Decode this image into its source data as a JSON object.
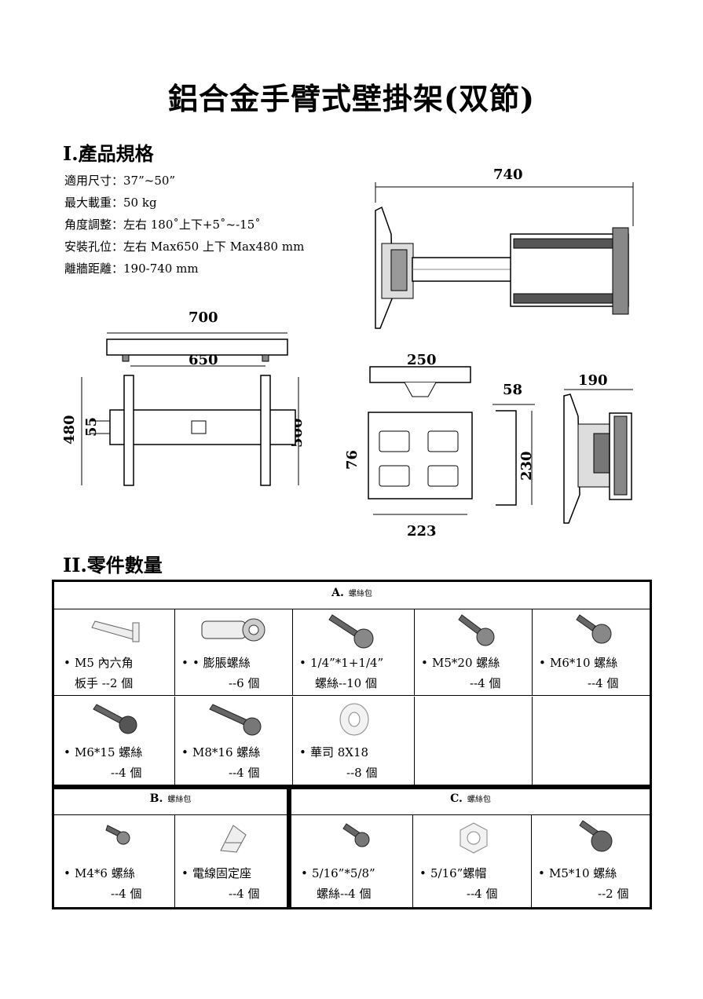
{
  "title": "鋁合金手臂式壁掛架(双節)",
  "section1": "I.產品規格",
  "specs": [
    "適用尺寸：37”~50”",
    "最大載重：50 kg",
    "角度調整：左右 180˚上下+5˚~-15˚",
    "安裝孔位：左右 Max650 上下 Max480 mm",
    "離牆距離：190-740 mm"
  ],
  "dims": {
    "d740": "740",
    "d700": "700",
    "d650": "650",
    "d55": "55",
    "d480": "480",
    "d500": "500",
    "d250": "250",
    "d76": "76",
    "d223": "223",
    "d58": "58",
    "d230": "230",
    "d190": "190"
  },
  "section2": "II.零件數量",
  "groupA": {
    "letter": "A.",
    "name": "螺絲包"
  },
  "groupB": {
    "letter": "B.",
    "name": "螺絲包"
  },
  "groupC": {
    "letter": "C.",
    "name": "螺絲包"
  },
  "partsA": [
    {
      "line1": "M5 內六角",
      "line2": "板手 --2 個",
      "icon": "hex-key-icon"
    },
    {
      "line1": "• 膨脹螺絲",
      "line2": "--6 個",
      "icon": "anchor-bolt-icon"
    },
    {
      "line1": "1/4”*1+1/4”",
      "line2": "螺絲--10 個",
      "icon": "screw-icon"
    },
    {
      "line1": "M5*20 螺絲",
      "line2": "--4 個",
      "icon": "screw-icon"
    },
    {
      "line1": "M6*10 螺絲",
      "line2": "--4 個",
      "icon": "screw-icon"
    },
    {
      "line1": "M6*15 螺絲",
      "line2": "--4 個",
      "icon": "screw-icon"
    },
    {
      "line1": "M8*16 螺絲",
      "line2": "--4 個",
      "icon": "screw-icon"
    },
    {
      "line1": "華司 8X18",
      "line2": "--8 個",
      "icon": "washer-icon"
    }
  ],
  "partsB": [
    {
      "line1": "M4*6 螺絲",
      "line2": "--4 個",
      "icon": "screw-icon"
    },
    {
      "line1": "電線固定座",
      "line2": "--4 個",
      "icon": "cable-clip-icon"
    }
  ],
  "partsC": [
    {
      "line1": "5/16”*5/8”",
      "line2": "螺絲--4 個",
      "icon": "screw-icon"
    },
    {
      "line1": "5/16”螺帽",
      "line2": "--4 個",
      "icon": "nut-icon"
    },
    {
      "line1": "M5*10 螺絲",
      "line2": "--2 個",
      "icon": "screw-icon"
    }
  ]
}
